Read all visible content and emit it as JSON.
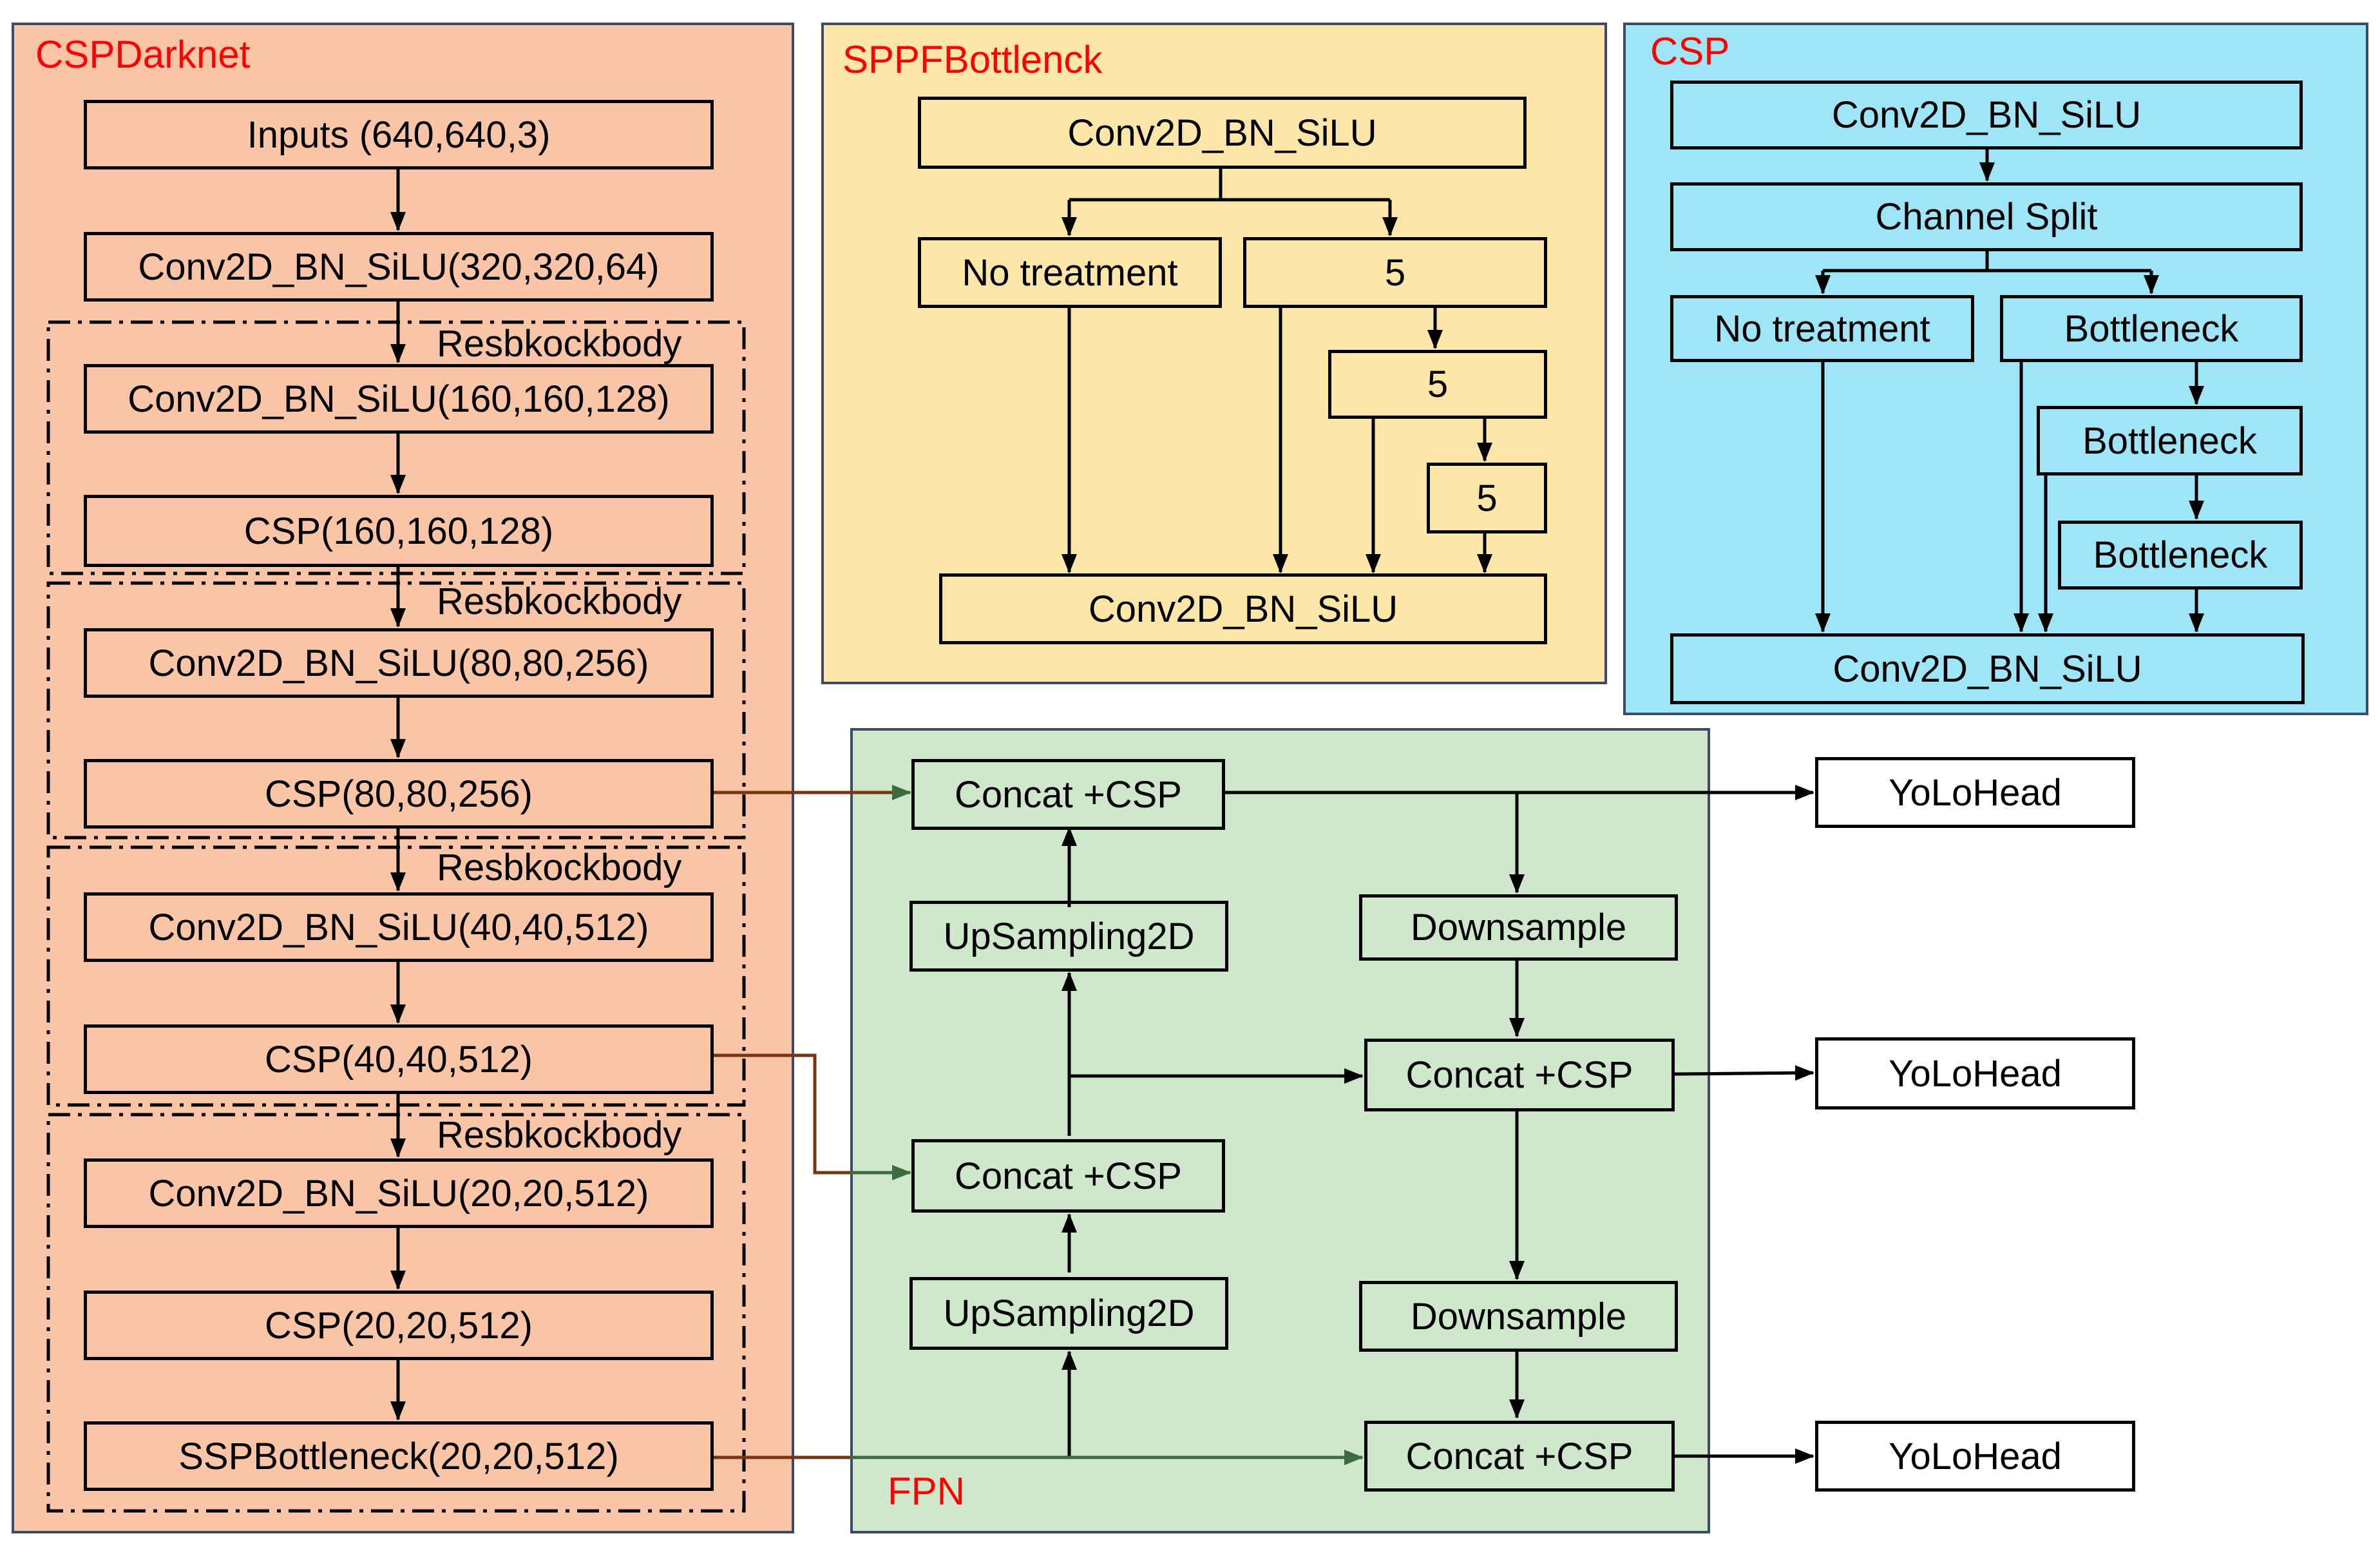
{
  "colors": {
    "backbone_bg": "#f9c5a6",
    "sppf_bg": "#fde6a8",
    "csp_bg": "#9ee5f8",
    "fpn_bg": "#cfe8cc",
    "head_bg": "#ffffff",
    "title_red": "#ff0000",
    "connector_green": "#3f6a3f",
    "connector_brown": "#7a3410"
  },
  "backbone": {
    "title": "CSPDarknet",
    "inputs": "Inputs  (640,640,3)",
    "stem": "Conv2D_BN_SiLU(320,320,64)",
    "groups": [
      {
        "label": "Resbkockbody",
        "conv": "Conv2D_BN_SiLU(160,160,128)",
        "out": "CSP(160,160,128)"
      },
      {
        "label": "Resbkockbody",
        "conv": "Conv2D_BN_SiLU(80,80,256)",
        "out": "CSP(80,80,256)"
      },
      {
        "label": "Resbkockbody",
        "conv": "Conv2D_BN_SiLU(40,40,512)",
        "out": "CSP(40,40,512)"
      },
      {
        "label": "Resbkockbody",
        "conv": "Conv2D_BN_SiLU(20,20,512)",
        "out": "CSP(20,20,512)",
        "extra": "SSPBottleneck(20,20,512)"
      }
    ]
  },
  "sppf": {
    "title": "SPPFBottlenck",
    "top": "Conv2D_BN_SiLU",
    "no_treatment": "No treatment",
    "pools": [
      "5",
      "5",
      "5"
    ],
    "bottom": "Conv2D_BN_SiLU"
  },
  "csp": {
    "title": "CSP",
    "top": "Conv2D_BN_SiLU",
    "split": "Channel Split",
    "no_treatment": "No treatment",
    "bottlenecks": [
      "Bottleneck",
      "Bottleneck",
      "Bottleneck"
    ],
    "bottom": "Conv2D_BN_SiLU"
  },
  "fpn": {
    "title": "FPN",
    "concat_top": "Concat +CSP",
    "upsample_1": "UpSampling2D",
    "concat_mid": "Concat +CSP",
    "upsample_2": "UpSampling2D",
    "downsample_1": "Downsample",
    "concat_right_mid": "Concat +CSP",
    "downsample_2": "Downsample",
    "concat_right_bottom": "Concat +CSP"
  },
  "heads": [
    "YoLoHead",
    "YoLoHead",
    "YoLoHead"
  ]
}
